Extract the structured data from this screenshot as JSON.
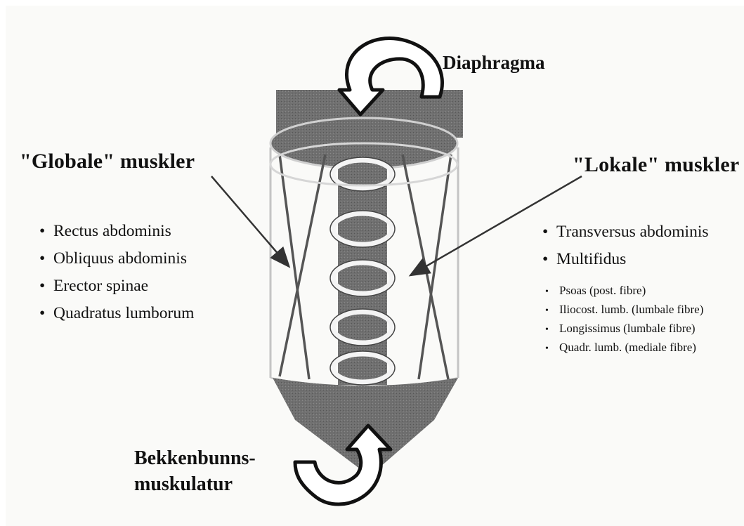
{
  "labels": {
    "diaphragm": "Diaphragma",
    "global_heading": "\"Globale\" muskler",
    "local_heading": "\"Lokale\" muskler",
    "pelvic_floor_line1": "Bekkenbunns-",
    "pelvic_floor_line2": "muskulatur"
  },
  "bullet": "•",
  "global_muscles": [
    "Rectus abdominis",
    "Obliquus abdominis",
    "Erector spinae",
    "Quadratus lumborum"
  ],
  "local_muscles_major": [
    "Transversus abdominis",
    "Multifidus"
  ],
  "local_muscles_minor": [
    "Psoas (post. fibre)",
    "Iliocost. lumb. (lumbale fibre)",
    "Longissimus (lumbale fibre)",
    "Quadr. lumb. (mediale fibre)"
  ],
  "colors": {
    "dark_fill": "#6b6b6b",
    "outline": "#111111",
    "cylinder_edge": "#c9c9c9"
  }
}
